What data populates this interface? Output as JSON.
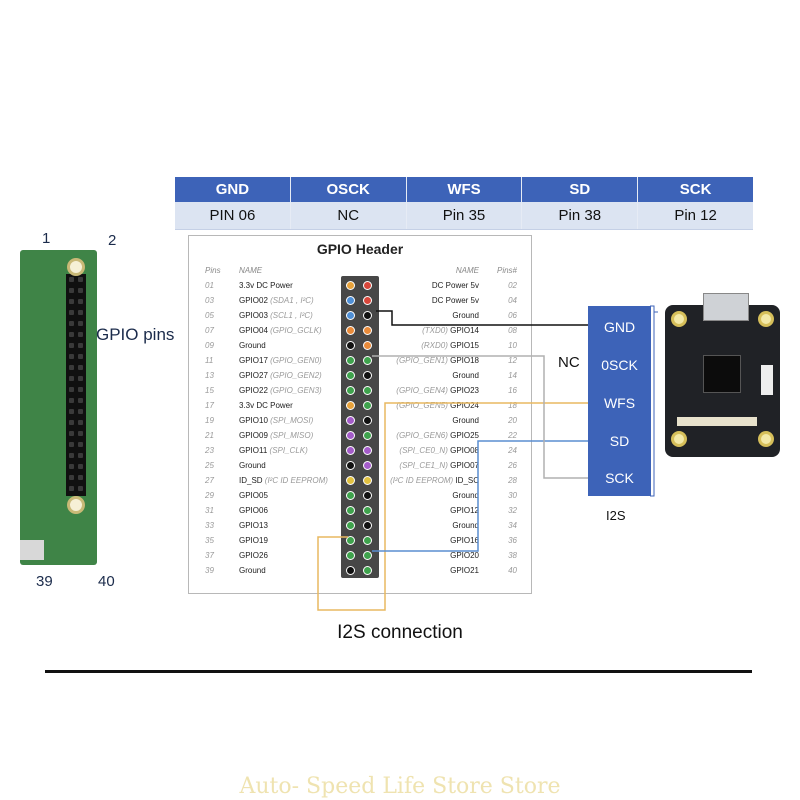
{
  "table": {
    "headers": [
      "GND",
      "OSCK",
      "WFS",
      "SD",
      "SCK"
    ],
    "values": [
      "PIN 06",
      "NC",
      "Pin 35",
      "Pin 38",
      "Pin 12"
    ]
  },
  "gpio_header": {
    "title": "GPIO Header",
    "col_pins_left": "Pins",
    "col_name_left": "NAME",
    "col_name_right": "NAME",
    "col_pins_right": "Pins#",
    "rows": [
      {
        "lpin": "01",
        "lname": "3.3v DC Power",
        "lsub": "",
        "rname": "DC Power 5v",
        "rsub": "",
        "rpin": "02"
      },
      {
        "lpin": "03",
        "lname": "GPIO02",
        "lsub": "(SDA1 , I²C)",
        "rname": "DC Power 5v",
        "rsub": "",
        "rpin": "04"
      },
      {
        "lpin": "05",
        "lname": "GPIO03",
        "lsub": "(SCL1 , I²C)",
        "rname": "Ground",
        "rsub": "",
        "rpin": "06"
      },
      {
        "lpin": "07",
        "lname": "GPIO04",
        "lsub": "(GPIO_GCLK)",
        "rname": "GPIO14",
        "rsub": "(TXD0)",
        "rpin": "08"
      },
      {
        "lpin": "09",
        "lname": "Ground",
        "lsub": "",
        "rname": "GPIO15",
        "rsub": "(RXD0)",
        "rpin": "10"
      },
      {
        "lpin": "11",
        "lname": "GPIO17",
        "lsub": "(GPIO_GEN0)",
        "rname": "GPIO18",
        "rsub": "(GPIO_GEN1)",
        "rpin": "12"
      },
      {
        "lpin": "13",
        "lname": "GPIO27",
        "lsub": "(GPIO_GEN2)",
        "rname": "Ground",
        "rsub": "",
        "rpin": "14"
      },
      {
        "lpin": "15",
        "lname": "GPIO22",
        "lsub": "(GPIO_GEN3)",
        "rname": "GPIO23",
        "rsub": "(GPIO_GEN4)",
        "rpin": "16"
      },
      {
        "lpin": "17",
        "lname": "3.3v DC Power",
        "lsub": "",
        "rname": "GPIO24",
        "rsub": "(GPIO_GEN5)",
        "rpin": "18"
      },
      {
        "lpin": "19",
        "lname": "GPIO10",
        "lsub": "(SPI_MOSI)",
        "rname": "Ground",
        "rsub": "",
        "rpin": "20"
      },
      {
        "lpin": "21",
        "lname": "GPIO09",
        "lsub": "(SPI_MISO)",
        "rname": "GPIO25",
        "rsub": "(GPIO_GEN6)",
        "rpin": "22"
      },
      {
        "lpin": "23",
        "lname": "GPIO11",
        "lsub": "(SPI_CLK)",
        "rname": "GPIO08",
        "rsub": "(SPI_CE0_N)",
        "rpin": "24"
      },
      {
        "lpin": "25",
        "lname": "Ground",
        "lsub": "",
        "rname": "GPIO07",
        "rsub": "(SPI_CE1_N)",
        "rpin": "26"
      },
      {
        "lpin": "27",
        "lname": "ID_SD",
        "lsub": "(I²C ID EEPROM)",
        "rname": "ID_SC",
        "rsub": "(I²C ID EEPROM)",
        "rpin": "28"
      },
      {
        "lpin": "29",
        "lname": "GPIO05",
        "lsub": "",
        "rname": "Ground",
        "rsub": "",
        "rpin": "30"
      },
      {
        "lpin": "31",
        "lname": "GPIO06",
        "lsub": "",
        "rname": "GPIO12",
        "rsub": "",
        "rpin": "32"
      },
      {
        "lpin": "33",
        "lname": "GPIO13",
        "lsub": "",
        "rname": "Ground",
        "rsub": "",
        "rpin": "34"
      },
      {
        "lpin": "35",
        "lname": "GPIO19",
        "lsub": "",
        "rname": "GPIO16",
        "rsub": "",
        "rpin": "36"
      },
      {
        "lpin": "37",
        "lname": "GPIO26",
        "lsub": "",
        "rname": "GPIO20",
        "rsub": "",
        "rpin": "38"
      },
      {
        "lpin": "39",
        "lname": "Ground",
        "lsub": "",
        "rname": "GPIO21",
        "rsub": "",
        "rpin": "40"
      }
    ],
    "pin_colors": {
      "power33": "#e8a33c",
      "power5": "#d9473b",
      "ground": "#111111",
      "gpio": "#3fa34d",
      "i2c": "#4f8fd6",
      "uart": "#e88a3a",
      "spi": "#a45cc9",
      "eeprom": "#e0c040"
    }
  },
  "board": {
    "label_1": "1",
    "label_2": "2",
    "label_39": "39",
    "label_40": "40",
    "gpio_pins_label": "GPIO pins"
  },
  "i2s_box": {
    "pins": [
      "GND",
      "0SCK",
      "WFS",
      "SD",
      "SCK"
    ],
    "caption": "I2S",
    "nc_label": "NC"
  },
  "caption": "I2S connection",
  "watermark": "Auto- Speed Life Store Store",
  "wire_colors": {
    "gnd": "#111111",
    "wfs": "#e8b860",
    "sd": "#5a8ed0",
    "sck": "#b0b0b0"
  }
}
